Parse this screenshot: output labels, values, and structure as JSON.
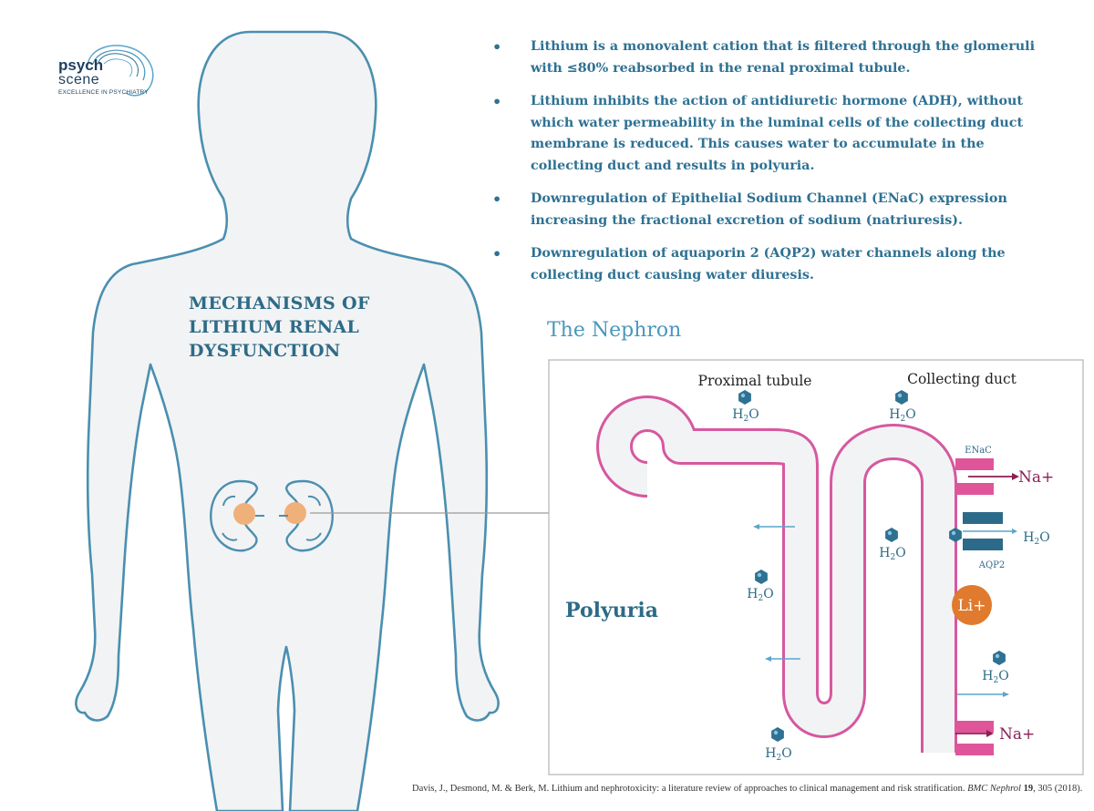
{
  "logo": {
    "line1": "psych",
    "line2": "scene",
    "tagline": "EXCELLENCE IN PSYCHIATRY"
  },
  "main_title": "MECHANISMS OF LITHIUM RENAL DYSFUNCTION",
  "bullets": [
    {
      "text": "Lithium is a monovalent cation that is filtered through the glomeruli with ≤80% reabsorbed in the renal proximal tubule."
    },
    {
      "text": "Lithium inhibits the action of antidiuretic hormone (ADH), without which water permeability in the luminal cells of the collecting duct membrane is reduced. This causes water to accumulate in the collecting duct and results in polyuria."
    },
    {
      "text": "Downregulation of Epithelial Sodium Channel (ENaC) expression increasing the fractional excretion of sodium (natriuresis)."
    },
    {
      "text": "Downregulation of aquaporin 2 (AQP2) water channels along the collecting duct causing water diuresis."
    }
  ],
  "bullet_symbol": "•",
  "nephron": {
    "title": "The Nephron",
    "labels": {
      "proximal": "Proximal tubule",
      "collecting": "Collecting duct",
      "enac": "ENaC",
      "aqp2": "AQP2",
      "na": "Na+",
      "li": "Li+",
      "polyuria": "Polyuria"
    },
    "water": {
      "base": "H",
      "sub": "2",
      "tail": "O"
    }
  },
  "citation": {
    "authors": "Davis, J., Desmond, M. & Berk, M. Lithium and nephrotoxicity: a literature review of approaches to clinical management and risk stratification. ",
    "journal": "BMC Nephrol",
    "volume": " 19",
    "pages": ", 305 (2018)."
  },
  "colors": {
    "body_fill": "#f2f3f4",
    "body_outline": "#4a8fb0",
    "title_blue": "#2d6b87",
    "text_blue": "#2e7193",
    "tubule_pink": "#d6589f",
    "channel_pink": "#e0559a",
    "channel_blue": "#2c6a8a",
    "lithium_orange": "#e07a2e",
    "kidney_spot": "#f0b07a",
    "molecule_blue": "#2e7193",
    "na_red": "#8a2155",
    "arrow_blue": "#5aa6cc"
  }
}
